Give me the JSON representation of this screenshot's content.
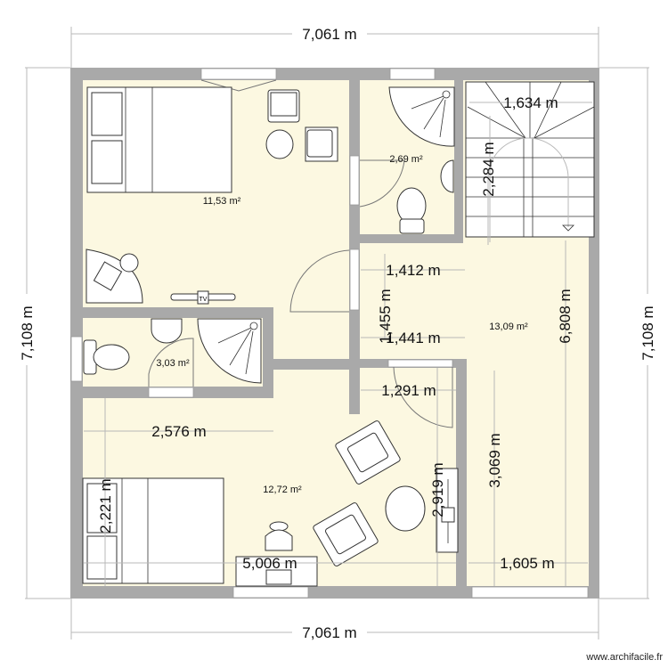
{
  "plan": {
    "dimensions": {
      "top_width": "7,061 m",
      "bottom_width": "7,061 m",
      "left_height": "7,108 m",
      "right_height": "7,108 m",
      "stair_width": "1,634 m",
      "stair_length": "2,284 m",
      "hall_width_top": "1,412 m",
      "hall_height": "1,455 m",
      "hall_width_mid": "1,441 m",
      "right_inner_height": "6,808 m",
      "passage_width": "1,291 m",
      "bath_width": "2,576 m",
      "bed_length": "2,221 m",
      "room_height": "2,919 m",
      "corridor_height": "3,069 m",
      "room_width": "5,006 m",
      "corridor_width": "1,605 m"
    },
    "areas": {
      "bedroom_1": "11,53 m²",
      "bathroom_1": "2,69 m²",
      "hall": "13,09 m²",
      "bathroom_2": "3,03 m²",
      "bedroom_2": "12,72 m²"
    },
    "tv_label": "TV",
    "watermark": "www.archifacile.fr",
    "colors": {
      "floor": "#fcf8e1",
      "wall": "#a9a9a9"
    }
  }
}
